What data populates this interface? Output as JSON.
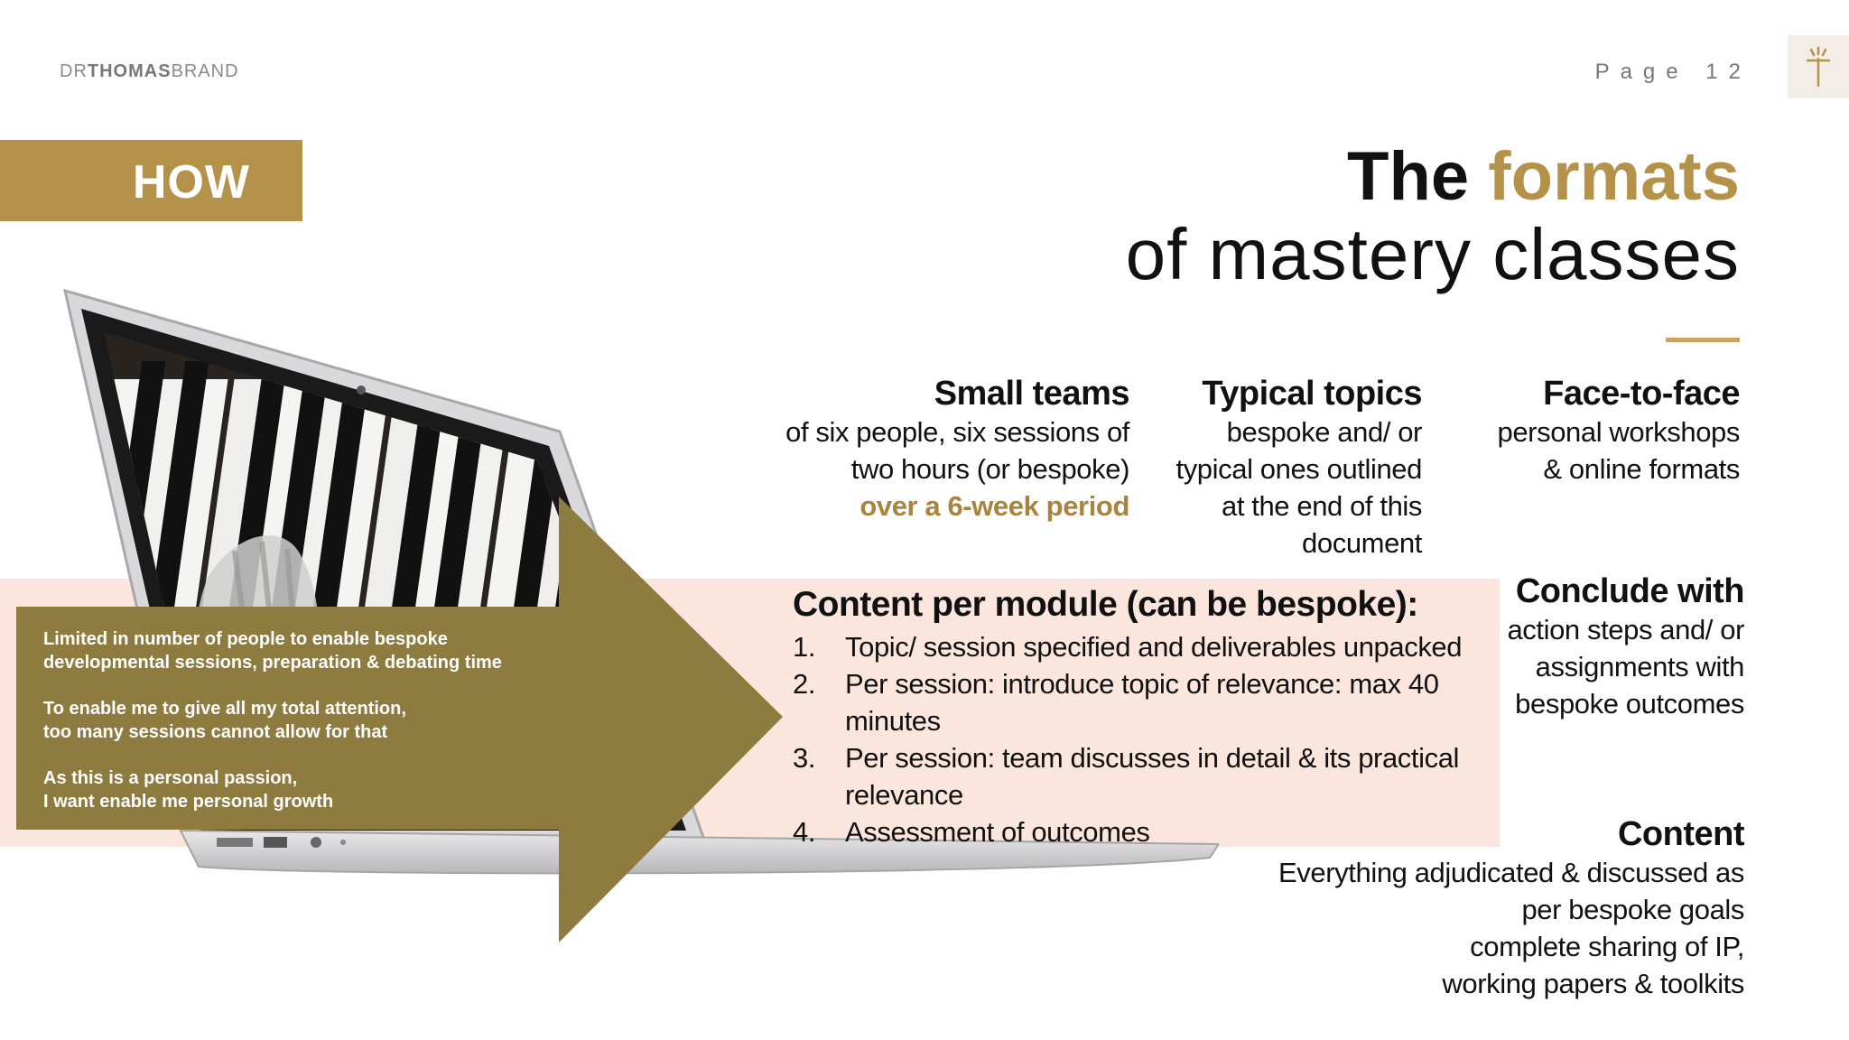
{
  "header": {
    "brand_dr": "DR",
    "brand_thomas": "THOMAS",
    "brand_brand": "BRAND",
    "page_label": "Page 12",
    "logo_icon": "t-cross-icon"
  },
  "how_label": "HOW",
  "title": {
    "line1_a": "The",
    "line1_b": "formats",
    "line2": "of mastery classes"
  },
  "panel": {
    "p1_l1": "Limited in number of people to enable bespoke",
    "p1_l2": "developmental sessions, preparation & debating time",
    "p2_l1": "To enable me to give all my total attention,",
    "p2_l2": "too many sessions cannot allow for that",
    "p3_l1": "As this is a personal passion,",
    "p3_l2": "I want enable me personal growth"
  },
  "small_teams": {
    "heading": "Small teams",
    "l1": "of six people, six sessions of",
    "l2": "two hours (or bespoke)",
    "l3": "over a 6-week period"
  },
  "typical_topics": {
    "heading": "Typical topics",
    "l1": "bespoke and/ or",
    "l2": "typical ones outlined",
    "l3": "at the end of this",
    "l4": "document"
  },
  "face_to_face": {
    "heading": "Face-to-face",
    "l1": "personal workshops",
    "l2": "& online formats"
  },
  "conclude": {
    "heading": "Conclude with",
    "l1": "action steps and/ or",
    "l2": "assignments with",
    "l3": "bespoke outcomes"
  },
  "content_module": {
    "heading": "Content per module (can be bespoke):",
    "items": [
      {
        "num": "1.",
        "l1": "Topic/ session specified and deliverables unpacked",
        "l2": ""
      },
      {
        "num": "2.",
        "l1": "Per session: introduce topic of relevance: max 40",
        "l2": "minutes"
      },
      {
        "num": "3.",
        "l1": "Per session: team discusses in detail & its practical",
        "l2": "relevance"
      },
      {
        "num": "4.",
        "l1": "Assessment of outcomes",
        "l2": ""
      }
    ]
  },
  "content_right": {
    "heading": "Content",
    "l1": "Everything adjudicated & discussed as",
    "l2": "per bespoke goals",
    "l3": "complete sharing of IP,",
    "l4": "working papers & toolkits"
  },
  "colors": {
    "gold": "#b5924a",
    "olive": "#8d7b3f",
    "pink": "#fbe6de"
  }
}
